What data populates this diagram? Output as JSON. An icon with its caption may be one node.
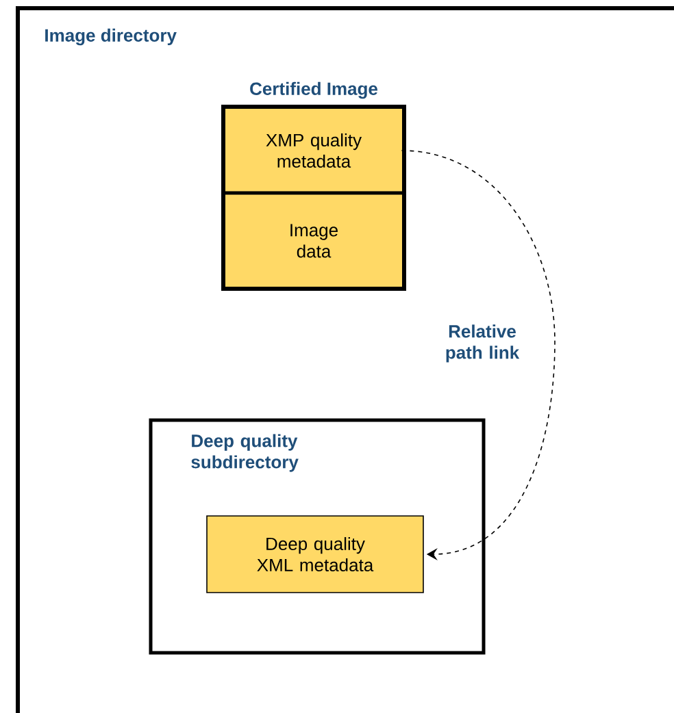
{
  "diagram": {
    "nodes": [
      {
        "text": [
          "Image directory"
        ]
      },
      {
        "text": [
          "Certified Image"
        ],
        "in": 0
      },
      {
        "text": [
          "XMP quality metadata"
        ],
        "in": 1
      },
      {
        "text": [
          "Image data"
        ],
        "in": 1
      },
      {
        "text": [
          "Deep quality subdirectory"
        ],
        "in": 0
      },
      {
        "text": [
          "Deep quality XML metadata"
        ],
        "in": 4
      }
    ],
    "edges": [
      {
        "from": 2,
        "to": 5,
        "arrow": "to",
        "style": "dashed",
        "label": "Relative path link"
      }
    ]
  }
}
